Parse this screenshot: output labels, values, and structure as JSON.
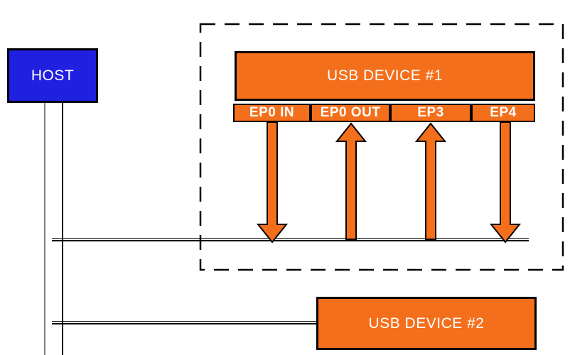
{
  "diagram": {
    "host": {
      "label": "HOST"
    },
    "device1": {
      "label": "USB DEVICE #1",
      "endpoints": [
        {
          "label": "EP0 IN",
          "arrow_direction": "down"
        },
        {
          "label": "EP0 OUT",
          "arrow_direction": "up"
        },
        {
          "label": "EP3",
          "arrow_direction": "up"
        },
        {
          "label": "EP4",
          "arrow_direction": "down"
        }
      ]
    },
    "device2": {
      "label": "USB DEVICE #2"
    },
    "colors": {
      "host_fill": "#2020e0",
      "device_fill": "#f36f1c",
      "outline": "#000000",
      "text": "#ffffff",
      "host_line_gray": "#808080"
    }
  }
}
